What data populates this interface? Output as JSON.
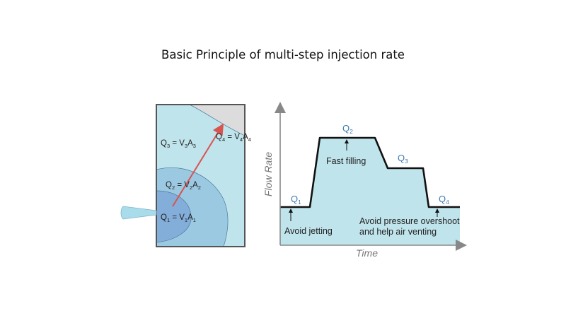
{
  "title": "Basic Principle of multi-step injection rate",
  "mold": {
    "q1": {
      "q": "Q",
      "qs": "1",
      "eq": " = V",
      "vs": "1",
      "a": "A",
      "as": "1"
    },
    "q2": {
      "q": "Q",
      "qs": "2",
      "eq": " = V",
      "vs": "2",
      "a": "A",
      "as": "2"
    },
    "q3": {
      "q": "Q",
      "qs": "3",
      "eq": " = V",
      "vs": "3",
      "a": "A",
      "as": "3"
    },
    "q4": {
      "q": "Q",
      "qs": "4",
      "eq": " = V",
      "vs": "4",
      "a": "A",
      "as": "4"
    }
  },
  "graph": {
    "ylabel": "Flow Rate",
    "xlabel": "Time",
    "stages": [
      {
        "q": "Q",
        "sub": "1",
        "note": "Avoid jetting"
      },
      {
        "q": "Q",
        "sub": "2",
        "note": "Fast filling"
      },
      {
        "q": "Q",
        "sub": "3",
        "note": ""
      },
      {
        "q": "Q",
        "sub": "4",
        "note_line1": "Avoid pressure overshoot",
        "note_line2": "and help air venting"
      }
    ]
  },
  "colors": {
    "fill_light": "#bfe4ec",
    "fill_mid": "#9cc9e2",
    "fill_dark": "#83aed9",
    "gray_zone": "#dcdcdc",
    "arrow_red": "#d9534f",
    "q_blue": "#3d7bb0",
    "axis_gray": "#888888"
  }
}
